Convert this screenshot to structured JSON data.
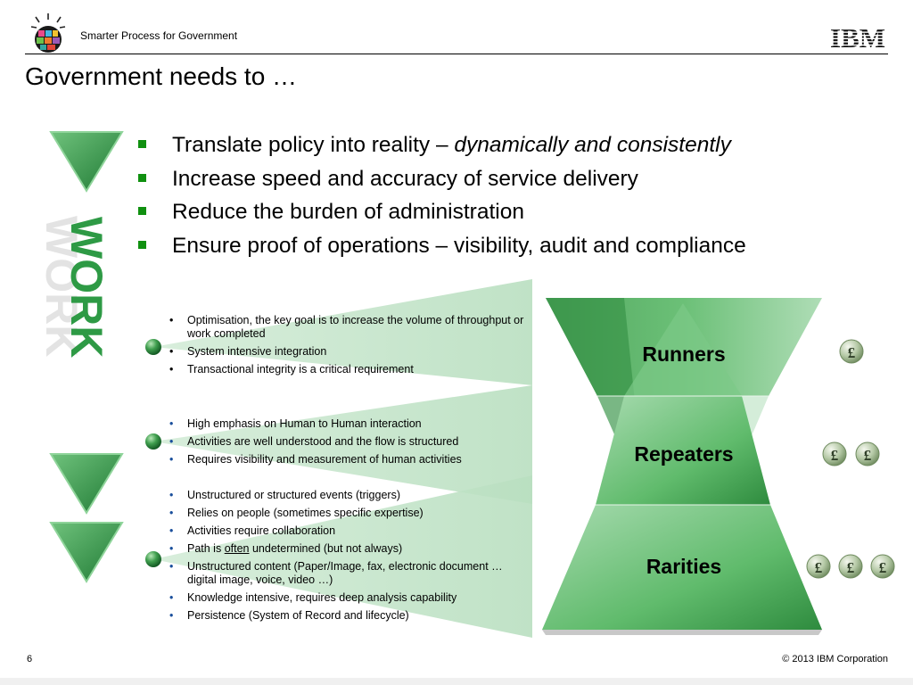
{
  "header": {
    "title": "Smarter Process for Government",
    "brand": "IBM"
  },
  "slide": {
    "title": "Government needs to …",
    "bullets": [
      {
        "text": "Translate policy into reality – ",
        "emphasis": "dynamically and consistently"
      },
      {
        "text": "Increase speed and accuracy of service delivery",
        "emphasis": ""
      },
      {
        "text": "Reduce the burden of administration",
        "emphasis": ""
      },
      {
        "text": "Ensure proof of operations – visibility, audit and compliance",
        "emphasis": ""
      }
    ],
    "side_word": "WORK"
  },
  "tiers": {
    "runners": {
      "label": "Runners",
      "coins": 1,
      "items": [
        "Optimisation, the key goal is to increase the volume of throughput or work completed",
        "System intensive integration",
        "Transactional integrity is a critical requirement"
      ]
    },
    "repeaters": {
      "label": "Repeaters",
      "coins": 2,
      "items": [
        "High emphasis on Human to Human interaction",
        "Activities are well understood and the flow is structured",
        "Requires visibility and measurement of human activities"
      ]
    },
    "rarities": {
      "label": "Rarities",
      "coins": 3,
      "items": [
        "Unstructured or structured events (triggers)",
        "Relies on people (sometimes specific expertise)",
        "Activities require collaboration",
        "Path is often undetermined (but not always)",
        "Unstructured content (Paper/Image, fax, electronic document … digital image, voice, video …)",
        "Knowledge intensive, requires deep analysis capability",
        "Persistence (System of Record and lifecycle)"
      ],
      "underlined_item": {
        "before": "Path is ",
        "underlined": "often",
        "after": " undetermined (but not always)"
      }
    },
    "coin_symbol": "£"
  },
  "footer": {
    "page_number": "6",
    "copyright": "© 2013 IBM Corporation"
  },
  "colors": {
    "green_dark": "#2e8b3e",
    "green_mid": "#4caf50",
    "green_light": "#b9dfc0",
    "bullet_green": "#109010",
    "bullet_blue": "#1a4f9c"
  }
}
